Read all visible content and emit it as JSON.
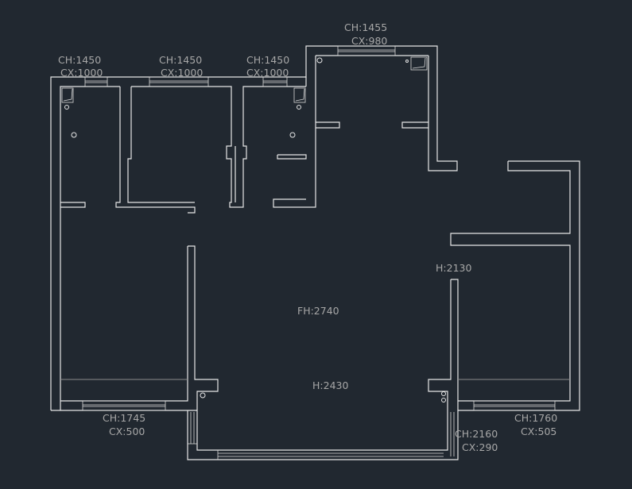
{
  "labels": {
    "win_tl1_ch": "CH:1450",
    "win_tl1_cx": "CX:1000",
    "win_tl2_ch": "CH:1450",
    "win_tl2_cx": "CX:1000",
    "win_tl3_ch": "CH:1450",
    "win_tl3_cx": "CX:1000",
    "win_top_ch": "CH:1455",
    "win_top_cx": "CX:980",
    "h_right": "H:2130",
    "fh_center": "FH:2740",
    "h_bottom": "H:2430",
    "win_bl_ch": "CH:1745",
    "win_bl_cx": "CX:500",
    "win_bc_ch": "CH:2160",
    "win_bc_cx": "CX:290",
    "win_br_ch": "CH:1760",
    "win_br_cx": "CX:505"
  },
  "colors": {
    "background": "#212830",
    "wall": "#e6e6e6",
    "label": "#a7a7a7"
  }
}
